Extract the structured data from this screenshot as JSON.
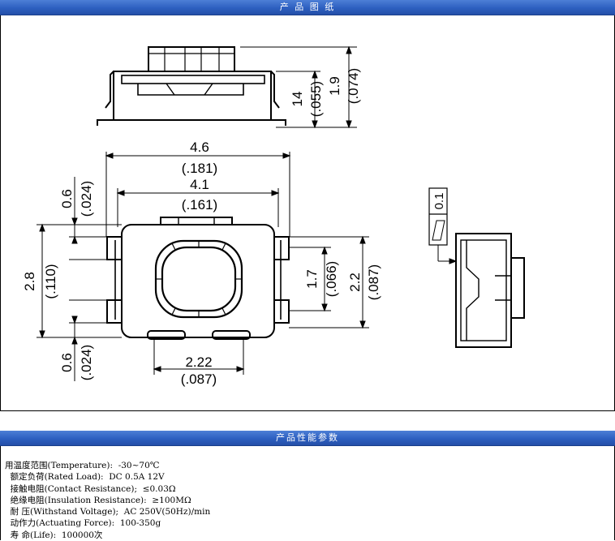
{
  "header_drawing": "产 品 图 纸",
  "header_specs": "产品性能参数",
  "dimensions": {
    "side_h1": "14",
    "side_h1_in": "(.055)",
    "side_h2": "1.9",
    "side_h2_in": "(.074)",
    "width_total": "4.6",
    "width_total_in": "(.181)",
    "width_body": "4.1",
    "width_body_in": "(.161)",
    "pin_top": "0.6",
    "pin_top_in": "(.024)",
    "height_total": "2.8",
    "height_total_in": "(.110)",
    "pin_bottom": "0.6",
    "pin_bottom_in": "(.024)",
    "inner_h": "1.7",
    "inner_h_in": "(.066)",
    "outer_h": "2.2",
    "outer_h_in": "(.087)",
    "bottom_w": "2.22",
    "bottom_w_in": "(.087)",
    "flatness": "0.1"
  },
  "specs": [
    "用温度范围(Temperature):  -30~70℃",
    "  额定负荷(Rated Load):  DC 0.5A 12V",
    "  接触电阻(Contact Resistance);  ≤0.03Ω",
    "  绝缘电阻(Insulation Resistance):  ≥100MΩ",
    "  耐 压(Withstand Voltage);  AC 250V(50Hz)/min",
    "  动作力(Actuating Force):  100-350g",
    "  寿 命(Life):  100000次"
  ]
}
